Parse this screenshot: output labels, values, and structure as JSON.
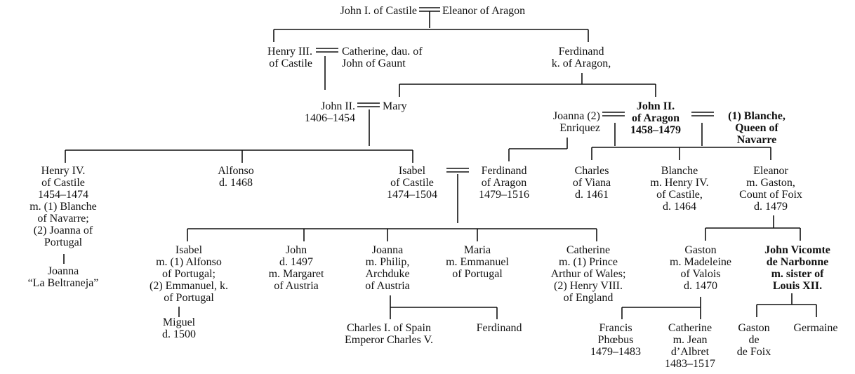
{
  "people": {
    "john1": [
      "John I. of Castile"
    ],
    "eleanor_aragon": [
      "Eleanor of Aragon"
    ],
    "henry3": [
      "Henry III.",
      "of Castile"
    ],
    "catherine_gaunt": [
      "Catherine, dau. of",
      "John of Gaunt"
    ],
    "ferdinand_aragon": [
      "Ferdinand",
      "k. of Aragon,"
    ],
    "john2_castile": [
      "John II.",
      "1406–1454"
    ],
    "mary": [
      "Mary"
    ],
    "joanna_enriquez": [
      "Joanna (2)",
      "Enriquez"
    ],
    "john2_aragon": [
      "John II.",
      "of Aragon",
      "1458–1479"
    ],
    "blanche_navarre": [
      "(1) Blanche,",
      "Queen of",
      "Navarre"
    ],
    "henry4": [
      "Henry IV.",
      "of Castile",
      "1454–1474",
      "m. (1) Blanche",
      "of Navarre;",
      "(2) Joanna of",
      "Portugal"
    ],
    "joanna_beltraneja": [
      "Joanna",
      "“La Beltraneja”"
    ],
    "alfonso": [
      "Alfonso",
      "d. 1468"
    ],
    "isabel_castile": [
      "Isabel",
      "of Castile",
      "1474–1504"
    ],
    "ferdinand_catholic": [
      "Ferdinand",
      "of Aragon",
      "1479–1516"
    ],
    "charles_viana": [
      "Charles",
      "of Viana",
      "d. 1461"
    ],
    "blanche_henry": [
      "Blanche",
      "m. Henry IV.",
      "of Castile,",
      "d. 1464"
    ],
    "eleanor_gaston": [
      "Eleanor",
      "m. Gaston,",
      "Count of Foix",
      "d. 1479"
    ],
    "isabel_daughter": [
      "Isabel",
      "m. (1) Alfonso",
      "of Portugal;",
      "(2) Emmanuel, k.",
      "of Portugal"
    ],
    "miguel": [
      "Miguel",
      "d. 1500"
    ],
    "john_prince": [
      "John",
      "d. 1497",
      "m. Margaret",
      "of Austria"
    ],
    "joanna_philip": [
      "Joanna",
      "m. Philip,",
      "Archduke",
      "of Austria"
    ],
    "maria": [
      "Maria",
      "m. Emmanuel",
      "of Portugal"
    ],
    "catherine_aragon": [
      "Catherine",
      "m. (1) Prince",
      "Arthur of Wales;",
      "(2) Henry VIII.",
      "of England"
    ],
    "charles5": [
      "Charles I. of Spain",
      "Emperor Charles V."
    ],
    "ferdinand_emperor": [
      "Ferdinand"
    ],
    "gaston_madeleine": [
      "Gaston",
      "m. Madeleine",
      "of Valois",
      "d. 1470"
    ],
    "john_narbonne": [
      "John Vicomte",
      "de Narbonne",
      "m. sister of",
      "Louis XII."
    ],
    "francis_phoebus": [
      "Francis",
      "Phœbus",
      "1479–1483"
    ],
    "catherine_albret": [
      "Catherine",
      "m. Jean",
      "d’Albret",
      "1483–1517"
    ],
    "gaston_foix": [
      "Gaston",
      "de",
      "de Foix"
    ],
    "germaine": [
      "Germaine"
    ]
  }
}
